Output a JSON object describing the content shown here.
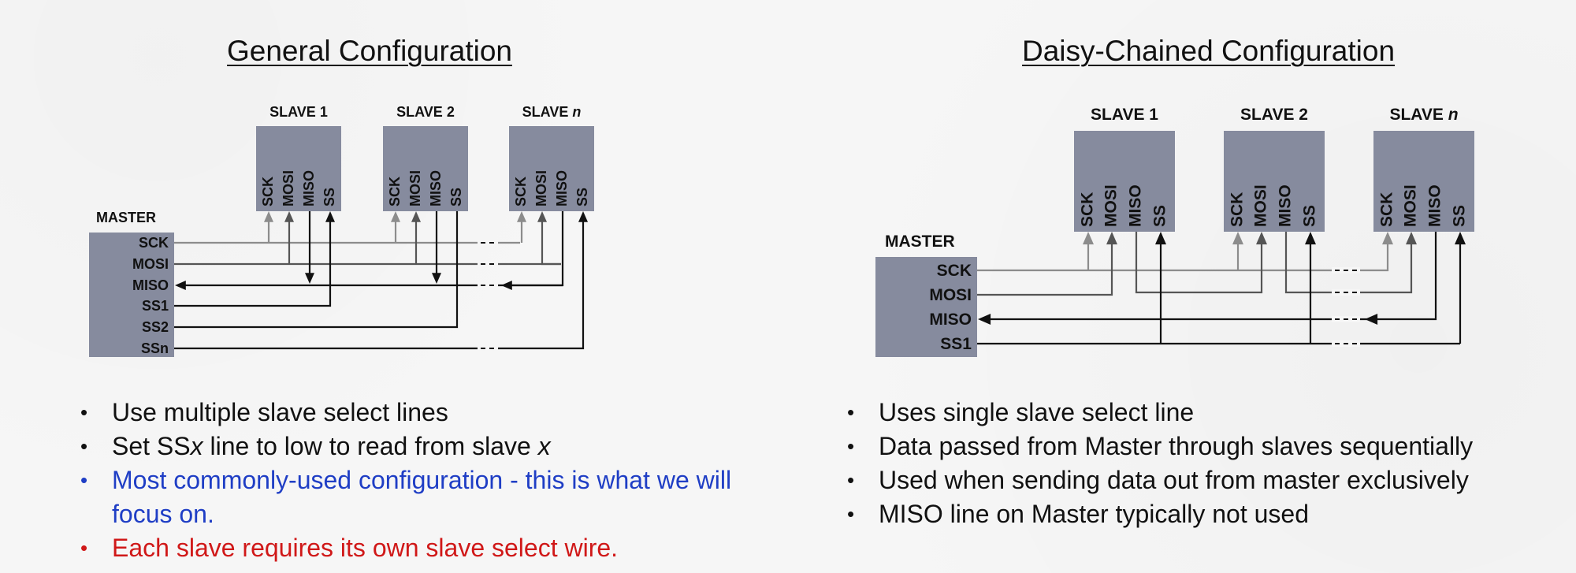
{
  "general": {
    "title": "General Configuration",
    "master_label": "MASTER",
    "master_pins": [
      "SCK",
      "MOSI",
      "MISO",
      "SS1",
      "SS2",
      "SSn"
    ],
    "slave_titles": [
      {
        "prefix": "SLAVE ",
        "suffix": "1"
      },
      {
        "prefix": "SLAVE ",
        "suffix": "2"
      },
      {
        "prefix": "SLAVE ",
        "suffix": "n"
      }
    ],
    "slave_pins": [
      "SCK",
      "MOSI",
      "MISO",
      "SS"
    ],
    "bullets": [
      {
        "color": "default",
        "parts": [
          {
            "text": "Use multiple slave select lines"
          }
        ]
      },
      {
        "color": "default",
        "parts": [
          {
            "text": "Set SS"
          },
          {
            "text": "x",
            "italic": true
          },
          {
            "text": " line to low to read from slave "
          },
          {
            "text": "x",
            "italic": true
          }
        ]
      },
      {
        "color": "blue",
        "parts": [
          {
            "text": "Most commonly-used configuration - this is what we will focus on."
          }
        ]
      },
      {
        "color": "red",
        "parts": [
          {
            "text": "Each slave requires its own slave select wire."
          }
        ]
      }
    ]
  },
  "daisy": {
    "title": "Daisy-Chained Configuration",
    "master_label": "MASTER",
    "master_pins": [
      "SCK",
      "MOSI",
      "MISO",
      "SS1"
    ],
    "slave_titles": [
      {
        "prefix": "SLAVE ",
        "suffix": "1"
      },
      {
        "prefix": "SLAVE ",
        "suffix": "2"
      },
      {
        "prefix": "SLAVE ",
        "suffix": "n"
      }
    ],
    "slave_pins": [
      "SCK",
      "MOSI",
      "MISO",
      "SS"
    ],
    "bullets": [
      {
        "color": "default",
        "parts": [
          {
            "text": "Uses single slave select line"
          }
        ]
      },
      {
        "color": "default",
        "parts": [
          {
            "text": "Data passed from Master through slaves sequentially"
          }
        ]
      },
      {
        "color": "default",
        "parts": [
          {
            "text": "Used when sending data out from master exclusively"
          }
        ]
      },
      {
        "color": "default",
        "parts": [
          {
            "text": "MISO line on Master typically not used"
          }
        ]
      }
    ]
  },
  "colors": {
    "box_fill": "#868b9e",
    "wire_dark": "#111111",
    "wire_mid": "#555555",
    "wire_light": "#8c8c8c",
    "text": "#111111",
    "blue": "#1f3ec5",
    "red": "#d01818"
  }
}
